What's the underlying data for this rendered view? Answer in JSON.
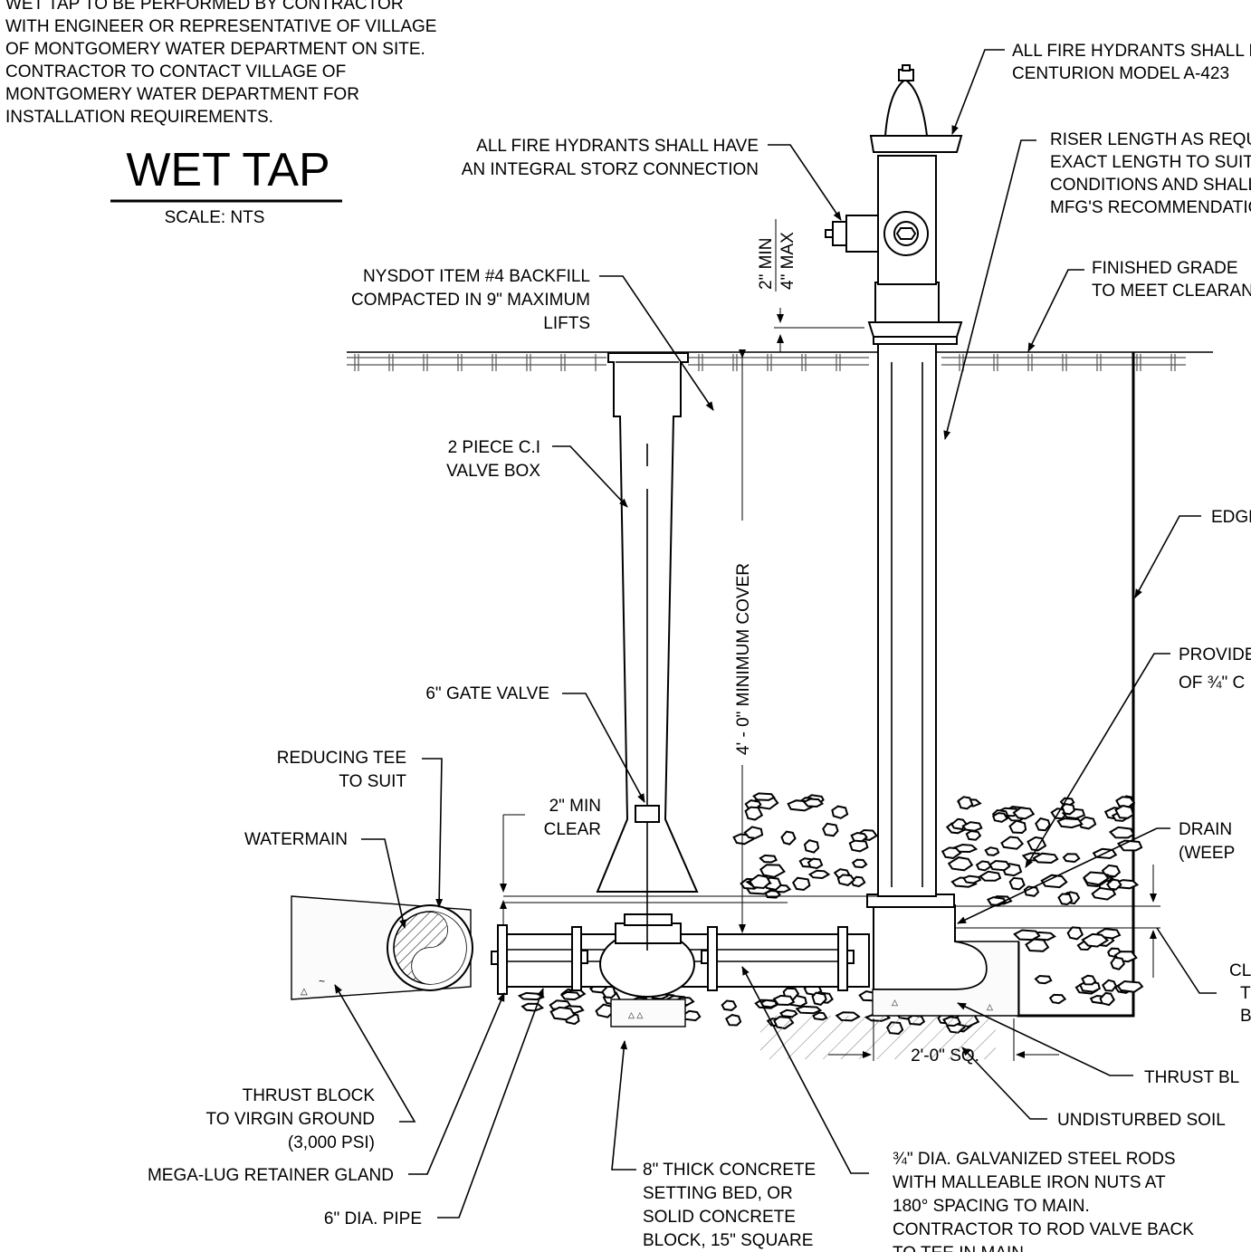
{
  "notes": {
    "line1": "WET TAP TO BE PERFORMED BY CONTRACTOR",
    "line2": "WITH ENGINEER OR REPRESENTATIVE OF VILLAGE",
    "line3": "OF MONTGOMERY WATER DEPARTMENT ON SITE.",
    "line4": "CONTRACTOR TO CONTACT VILLAGE OF",
    "line5": "MONTGOMERY WATER DEPARTMENT FOR",
    "line6": "INSTALLATION REQUIREMENTS."
  },
  "title": {
    "text": "WET TAP",
    "scale": "SCALE: NTS"
  },
  "labels": {
    "hydrant_model_1": "ALL FIRE HYDRANTS SHALL BE",
    "hydrant_model_2": "CENTURION MODEL A-423",
    "storz_1": "ALL FIRE HYDRANTS SHALL HAVE",
    "storz_2": "AN INTEGRAL STORZ CONNECTION",
    "riser_1": "RISER LENGTH AS REQUIRED,",
    "riser_2": "EXACT LENGTH TO SUIT FIELD",
    "riser_3": "CONDITIONS AND SHALL MEET",
    "riser_4": "MFG'S RECOMMENDATIONS",
    "grade_1": "FINISHED GRADE",
    "grade_2": "TO MEET CLEARANCE",
    "dim_min": "2\" MIN",
    "dim_max": "4\" MAX",
    "backfill_1": "NYSDOT ITEM #4 BACKFILL",
    "backfill_2": "COMPACTED IN 9\" MAXIMUM",
    "backfill_3": "LIFTS",
    "valvebox_1": "2 PIECE C.I",
    "valvebox_2": "VALVE BOX",
    "cover": "4' - 0\" MINIMUM COVER",
    "edge": "EDGE",
    "provide_1": "PROVIDE",
    "provide_2": "OF ¾\" C",
    "gate_valve": "6\" GATE VALVE",
    "reducing_1": "REDUCING TEE",
    "reducing_2": "TO SUIT",
    "clear_1": "2\" MIN",
    "clear_2": "CLEAR",
    "watermain": "WATERMAIN",
    "drain_1": "DRAIN",
    "drain_2": "(WEEP",
    "cl_1": "CL",
    "cl_2": "T",
    "cl_3": "B",
    "thrust_bl": "THRUST BL",
    "sq": "2'-0\" SQ.",
    "undisturbed": "UNDISTURBED SOIL",
    "thrust_1": "THRUST BLOCK",
    "thrust_2": "TO VIRGIN GROUND",
    "thrust_3": "(3,000 PSI)",
    "megalug": "MEGA-LUG RETAINER GLAND",
    "pipe": "6\" DIA. PIPE",
    "bed_1": "8\" THICK CONCRETE",
    "bed_2": "SETTING BED, OR",
    "bed_3": "SOLID CONCRETE",
    "bed_4": "BLOCK, 15\" SQUARE",
    "rods_1": "¾\" DIA. GALVANIZED STEEL RODS",
    "rods_2": "WITH MALLEABLE IRON NUTS AT",
    "rods_3": "180° SPACING TO MAIN.",
    "rods_4": "CONTRACTOR TO ROD VALVE BACK",
    "rods_5": "TO TEE IN MAIN"
  }
}
